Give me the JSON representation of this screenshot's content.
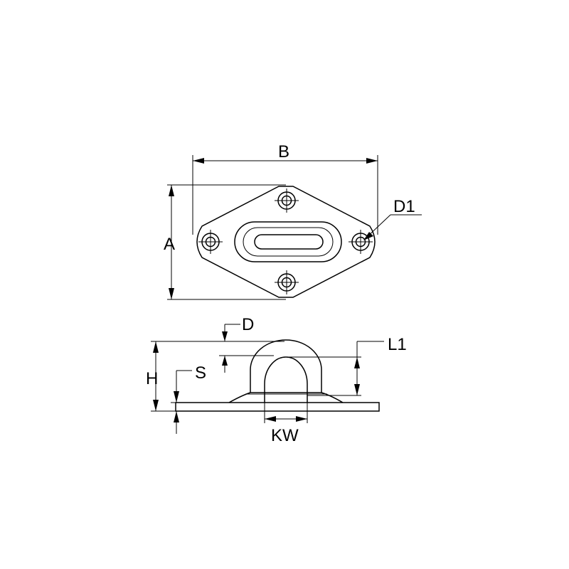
{
  "labels": {
    "a": "A",
    "b": "B",
    "d1": "D1",
    "d": "D",
    "l1": "L1",
    "h": "H",
    "s": "S",
    "kw": "KW"
  },
  "colors": {
    "line": "#000000",
    "background": "#ffffff"
  }
}
